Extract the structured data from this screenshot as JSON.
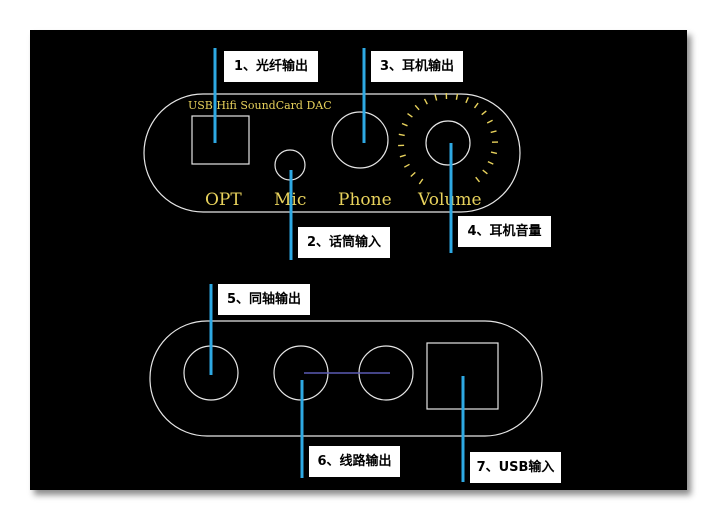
{
  "top_panel": {
    "title": "USB Hifi SoundCard DAC",
    "labels": {
      "opt": "OPT",
      "mic": "Mic",
      "phone": "Phone",
      "volume": "Volume"
    }
  },
  "callouts": {
    "c1": "1、光纤输出",
    "c2": "2、话筒输入",
    "c3": "3、耳机输出",
    "c4": "4、耳机音量",
    "c5": "5、同轴输出",
    "c6": "6、线路输出",
    "c7": "7、USB输入"
  },
  "colors": {
    "background": "#000000",
    "outline": "#e6e6e6",
    "label_text": "#e8d25c",
    "leader_line": "#2ea9e3",
    "callout_bg": "#ffffff"
  }
}
